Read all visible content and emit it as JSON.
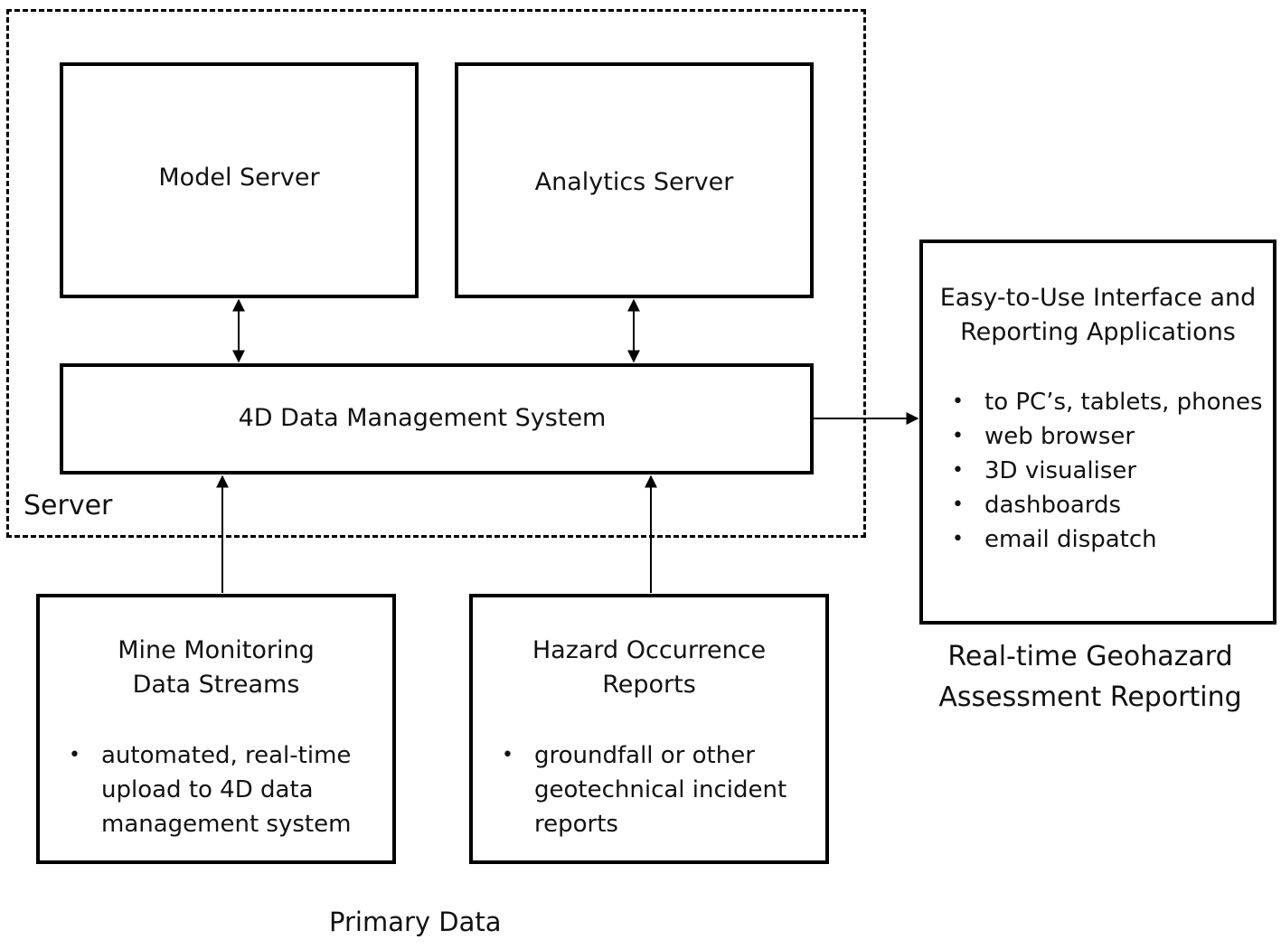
{
  "server_group": {
    "label": "Server"
  },
  "model_server": {
    "title": "Model Server"
  },
  "analytics_server": {
    "title": "Analytics Server"
  },
  "data_management": {
    "title": "4D Data Management System"
  },
  "interface_box": {
    "title_line1": "Easy-to-Use Interface and",
    "title_line2": "Reporting Applications",
    "items": [
      "to PC’s, tablets, phones",
      "web browser",
      "3D visualiser",
      "dashboards",
      "email dispatch"
    ]
  },
  "interface_caption": {
    "line1": "Real-time Geohazard",
    "line2": "Assessment Reporting"
  },
  "mine_monitoring": {
    "title_line1": "Mine Monitoring",
    "title_line2": "Data Streams",
    "item_line1": "automated, real-time",
    "item_line2": "upload to 4D data",
    "item_line3": "management system"
  },
  "hazard_reports": {
    "title_line1": "Hazard Occurrence",
    "title_line2": "Reports",
    "item_line1": "groundfall or other",
    "item_line2": "geotechnical incident",
    "item_line3": "reports"
  },
  "primary_data": {
    "label": "Primary Data"
  }
}
